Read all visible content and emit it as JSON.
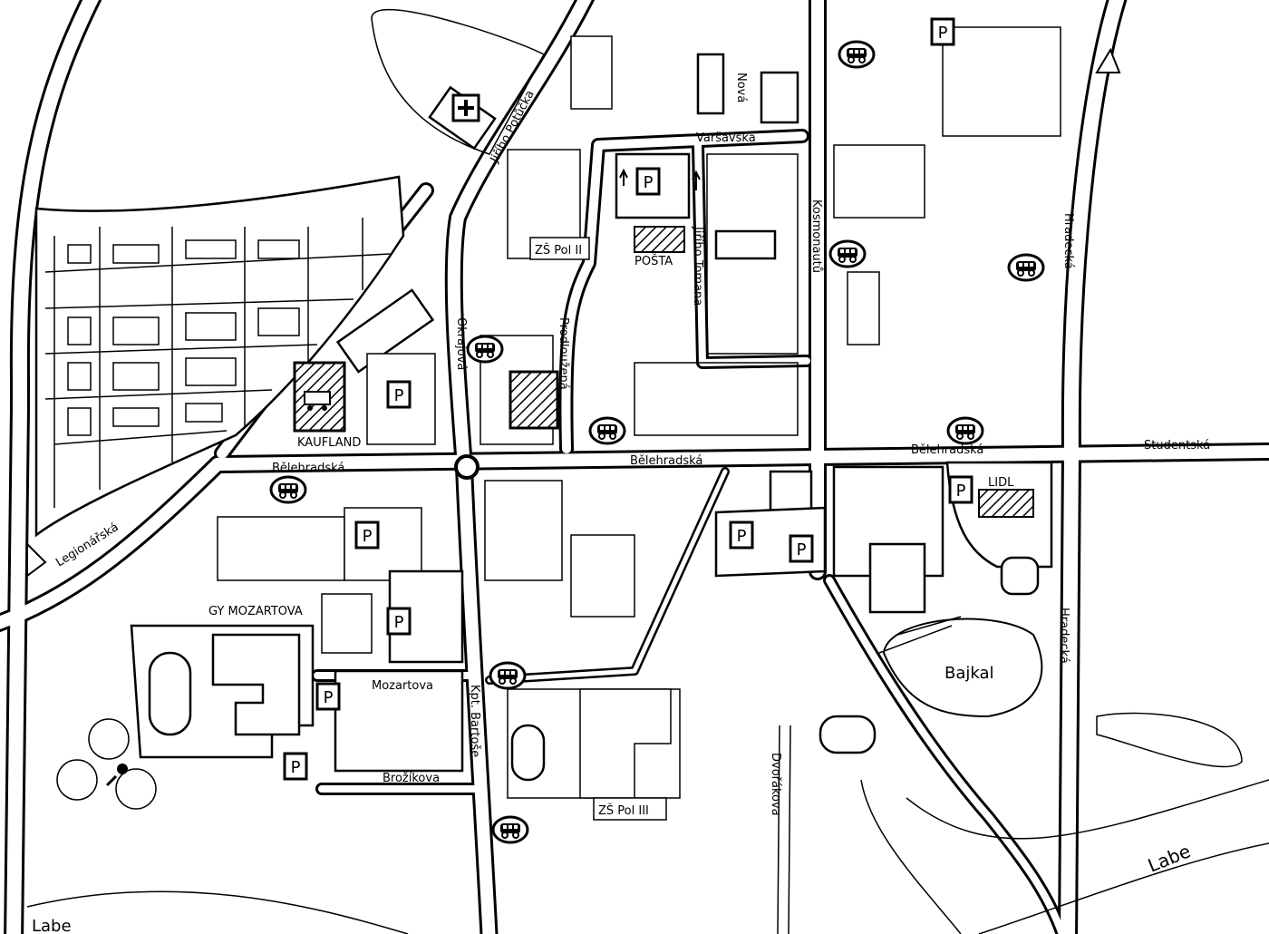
{
  "map": {
    "streets": {
      "jiriho_potucka": "Jiřího Potůčka",
      "nova": "Nová",
      "varsavska": "Varšavská",
      "kosmonautu": "Kosmonautů",
      "hradecka_north": "Hradecká",
      "hradecka_south": "Hradecká",
      "jiriho_tomana": "Jiřího Tomana",
      "prodlouzena": "Prodloužená",
      "okrajova": "Okrajová",
      "belehradska_west": "Bělehradská",
      "belehradska_center": "Bělehradská",
      "belehradska_east": "Bělehradská",
      "studentska": "Studentská",
      "legionarska": "Legionářská",
      "mozartova": "Mozartova",
      "kpt_bartose": "Kpt. Bartoše",
      "brozikova": "Brožíkova",
      "dvorakova": "Dvořákova"
    },
    "places": {
      "zs_pol_ii": "ZŠ Pol II",
      "posta": "POŠTA",
      "kaufland": "KAUFLAND",
      "lidl": "LIDL",
      "gy_mozartova": "GY MOZARTOVA",
      "zs_pol_iii": "ZŠ Pol III",
      "bajkal": "Bajkal",
      "labe_west": "Labe",
      "labe_east": "Labe"
    },
    "parking_label": "P",
    "icons": [
      "bus-stop-icon",
      "parking-icon",
      "shopping-cart-icon",
      "hospital-cross-icon",
      "tennis-icon",
      "post-icon",
      "one-way-arrow-icon",
      "yield-sign-icon"
    ]
  }
}
